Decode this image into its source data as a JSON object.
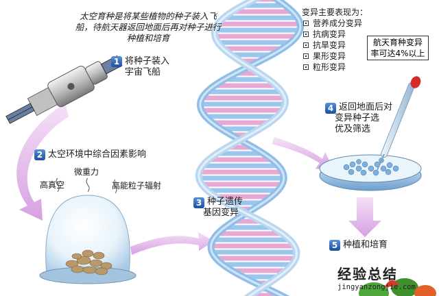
{
  "intro": "太空育种是将某些植物的种子装入飞船，待航天器返回地面后再对种子进行种植和培育",
  "steps": [
    {
      "num": "1",
      "label_line1": "将种子装入",
      "label_line2": "宇宙飞船"
    },
    {
      "num": "2",
      "label_line1": "太空环境中综合因素影响",
      "label_line2": ""
    },
    {
      "num": "3",
      "label_line1": "种子遗传",
      "label_line2": "基因变异"
    },
    {
      "num": "4",
      "label_line1": "返回地面后对",
      "label_line2": "变异种子选",
      "label_line3": "优及筛选"
    },
    {
      "num": "5",
      "label_line1": "种植和培育",
      "label_line2": ""
    }
  ],
  "factors": {
    "high_vacuum": "高真空",
    "microgravity": "微重力",
    "radiation": "高能粒子辐射"
  },
  "variation": {
    "title": "变异主要表现为：",
    "items": [
      "营养成分变异",
      "抗病变异",
      "抗旱变异",
      "果形变异",
      "粒形变异"
    ]
  },
  "rate_box": {
    "line1": "航天育种变异",
    "line2": "率可达4%以上"
  },
  "watermark": {
    "title": "经验总结",
    "url": "jingyanzongjie.com"
  },
  "colors": {
    "arrow": "#d9a3e6",
    "dna_blue": "#7fb5e6",
    "dna_pink": "#e9a9d6",
    "step_badge": "#2a5db0"
  }
}
